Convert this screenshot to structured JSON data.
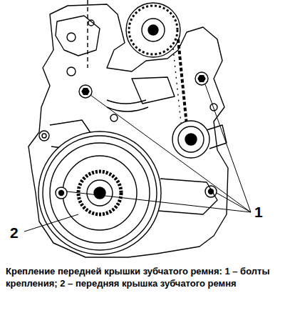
{
  "diagram": {
    "caption": "Крепление передней крышки зубчатого ремня: 1 – болты крепления; 2 – передняя крышка зубчатого ремня",
    "labels": [
      "1",
      "2"
    ]
  }
}
